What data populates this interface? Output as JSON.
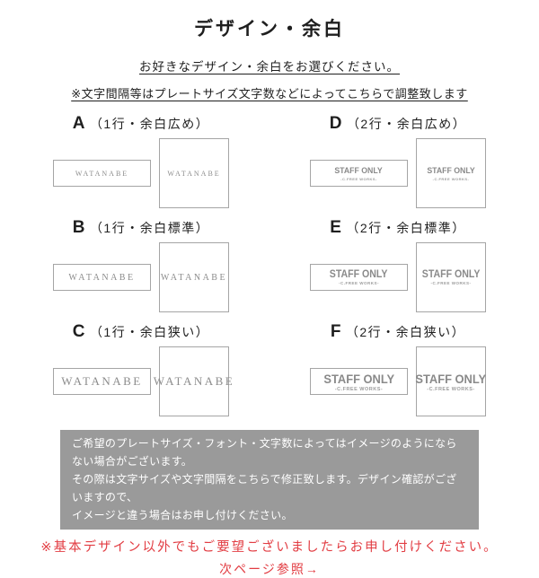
{
  "header": {
    "title": "デザイン・余白",
    "subtitle": "お好きなデザイン・余白をお選びください。",
    "note": "※文字間隔等はプレートサイズ文字数などによってこちらで調整致します"
  },
  "options": [
    {
      "letter": "A",
      "label": "（1行・余白広め）",
      "plate_text": "WATANABE",
      "sub_text": ""
    },
    {
      "letter": "B",
      "label": "（1行・余白標準）",
      "plate_text": "WATANABE",
      "sub_text": ""
    },
    {
      "letter": "C",
      "label": "（1行・余白狭い）",
      "plate_text": "WATANABE",
      "sub_text": ""
    },
    {
      "letter": "D",
      "label": "（2行・余白広め）",
      "plate_text": "STAFF ONLY",
      "sub_text": "-C.FREE WORKS-"
    },
    {
      "letter": "E",
      "label": "（2行・余白標準）",
      "plate_text": "STAFF ONLY",
      "sub_text": "-C.FREE WORKS-"
    },
    {
      "letter": "F",
      "label": "（2行・余白狭い）",
      "plate_text": "STAFF ONLY",
      "sub_text": "-C.FREE WORKS-"
    }
  ],
  "notice_box": {
    "line1": "ご希望のプレートサイズ・フォント・文字数によってはイメージのようにならない場合がございます。",
    "line2": "その際は文字サイズや文字間隔をこちらで修正致します。デザイン確認がございますので、",
    "line3": "イメージと違う場合はお申し付けください。"
  },
  "footer": {
    "warning": "※基本デザイン以外でもご要望ございましたらお申し付けください。",
    "next_page": "次ページ参照→"
  },
  "colors": {
    "accent_red": "#e23d43",
    "notice_bg": "#9a9a9a",
    "plate_border": "#a5a5a5",
    "plate_text": "#8c8c8c"
  }
}
